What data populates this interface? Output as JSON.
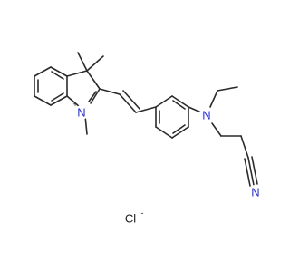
{
  "molecule": {
    "atoms": {
      "ring_nitrogen": "N",
      "ring_nitrogen_charge": "+",
      "amine_nitrogen": "N",
      "nitrile_nitrogen": "N",
      "chloride": "Cl",
      "chloride_charge": "-"
    },
    "colors": {
      "bond": "#2b2b2b",
      "nitrogen": "#2b2bd6",
      "chloride": "#1a1a1a",
      "background": "#ffffff"
    }
  }
}
